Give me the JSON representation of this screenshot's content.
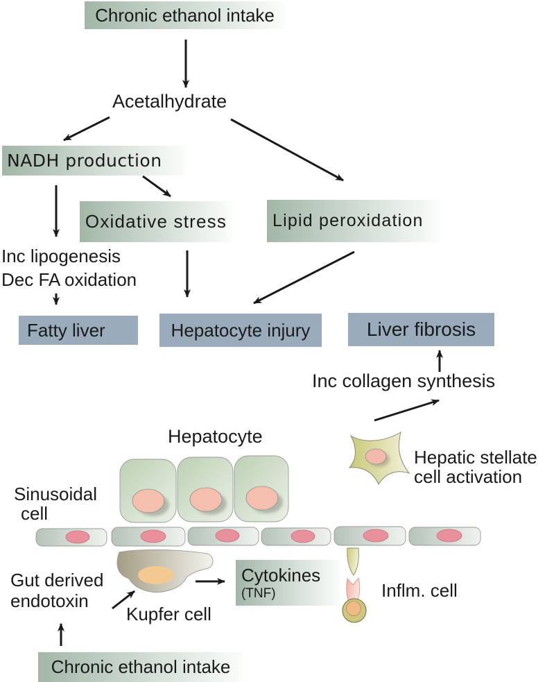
{
  "colors": {
    "grad-left": "#a2b7a8",
    "grad-right": "#fbfdfb",
    "blue-box": "#9aacbc",
    "text": "#1a1a1a",
    "arrow": "#1a1a1a",
    "hepatocyte-fill": "#bcd0b4",
    "nucleus-pink": "#f5bfae",
    "sinusoid-nucleus-pink": "#e9909d",
    "stellate-fill": "#c9c878",
    "kupffer-fill": "#a49d85",
    "kupffer-nucleus-orange": "#f4c891"
  },
  "flowchart": {
    "chronic_top": "Chronic ethanol intake",
    "acetalhydrate": "Acetalhydrate",
    "nadh": "NADH production",
    "oxidative": "Oxidative stress",
    "lipid": "Lipid peroxidation",
    "inc_lipogenesis_line1": "Inc lipogenesis",
    "inc_lipogenesis_line2": "Dec FA oxidation",
    "fatty_liver": "Fatty liver",
    "hepatocyte_injury": "Hepatocyte injury",
    "liver_fibrosis": "Liver fibrosis",
    "inc_collagen": "Inc collagen synthesis"
  },
  "cell_diagram": {
    "hepatocyte_label": "Hepatocyte",
    "sinusoidal_line1": "Sinusoidal",
    "sinusoidal_line2": "cell",
    "stellate_line1": "Hepatic stellate",
    "stellate_line2": "cell activation",
    "gut_line1": "Gut derived",
    "gut_line2": "endotoxin",
    "kupfer_label": "Kupfer cell",
    "cytokines_line1": "Cytokines",
    "cytokines_line2": "(TNF)",
    "inflm_label": "Inflm. cell",
    "chronic_bottom": "Chronic ethanol intake"
  }
}
